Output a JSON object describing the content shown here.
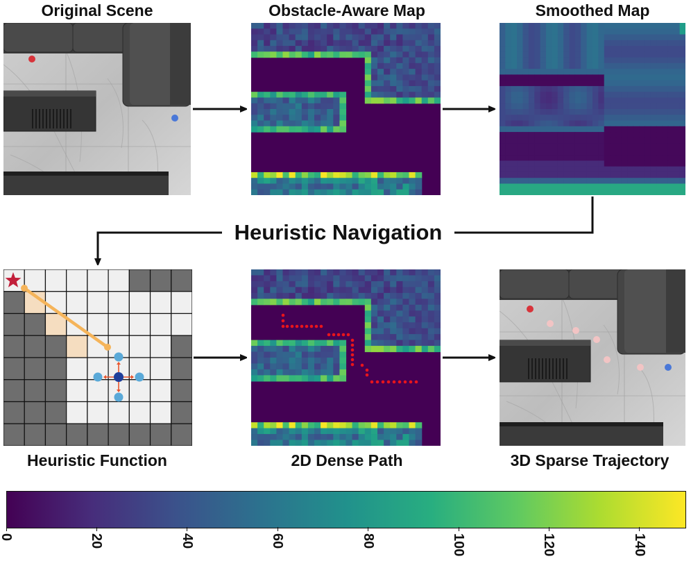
{
  "titles": {
    "original_scene": "Original Scene",
    "obstacle_map": "Obstacle-Aware Map",
    "smoothed_map": "Smoothed Map",
    "heuristic_function": "Heuristic Function",
    "dense_path": "2D Dense Path",
    "sparse_trajectory": "3D Sparse Trajectory",
    "center_banner": "Heuristic Navigation"
  },
  "colorbar": {
    "min": 0,
    "max": 150,
    "ticks": [
      "0",
      "20",
      "40",
      "60",
      "80",
      "100",
      "120",
      "140"
    ],
    "colormap": "viridis"
  },
  "colors": {
    "start_marker": "#d8333a",
    "goal_marker": "#4a78d8",
    "waypoint": "#f2c4c4",
    "path_dot": "#e8141c",
    "star": "#c21f3a",
    "heuristic_line": "#f5b45a",
    "neighbor_node": "#5aa9d8",
    "current_node": "#1f3f9a",
    "neighbor_arrow": "#e8542c",
    "obstacle_cell": "#6e6e6e",
    "free_cell": "#f0f0f0"
  }
}
